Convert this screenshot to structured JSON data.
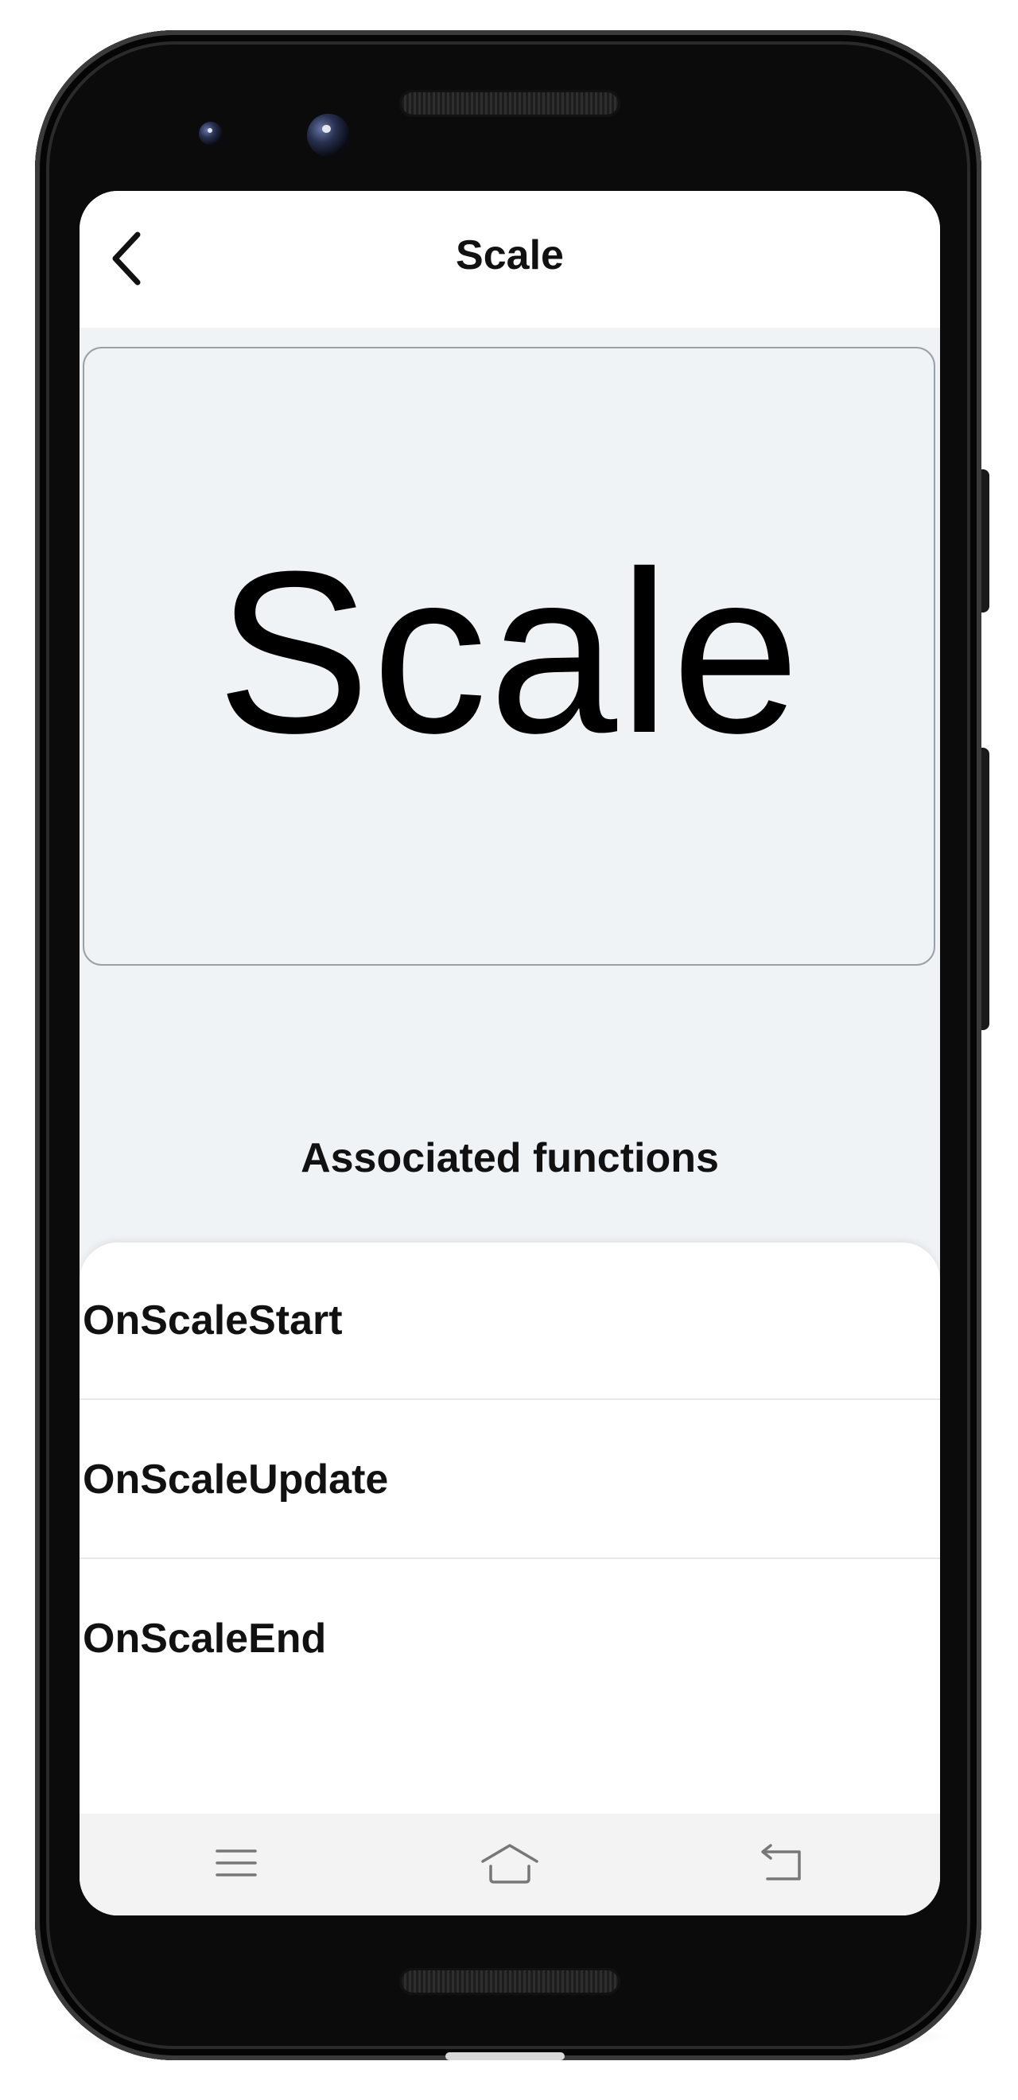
{
  "app_bar": {
    "title": "Scale",
    "back_icon": "chevron-left-icon"
  },
  "gesture_area": {
    "text": "Scale"
  },
  "functions_section": {
    "heading": "Associated functions",
    "items": [
      {
        "label": "OnScaleStart"
      },
      {
        "label": "OnScaleUpdate"
      },
      {
        "label": "OnScaleEnd"
      }
    ]
  },
  "navigation_bar": {
    "menu_icon": "menu-icon",
    "home_icon": "home-icon",
    "back_icon": "back-icon"
  },
  "colors": {
    "screen_background": "#f0f3f6",
    "card_border": "#9aa0a6",
    "surface": "#ffffff",
    "text": "#111111",
    "nav_bar": "#f3f3f3",
    "phone_frame": "#0b0b0b"
  }
}
